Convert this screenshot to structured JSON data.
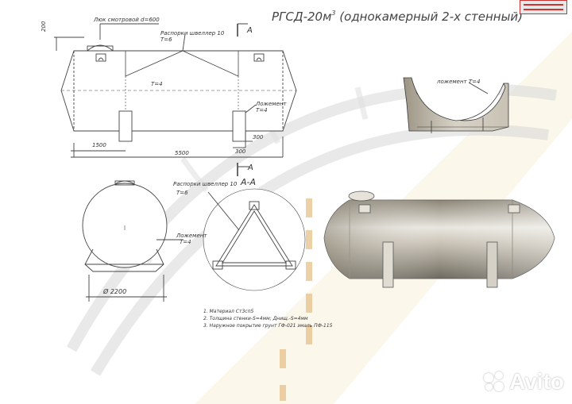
{
  "title": {
    "prefix": "РГСД-20м",
    "superscript": "3",
    "suffix": " (однокамерный 2-х стенный)"
  },
  "labels": {
    "manhole": "Люк смотровой d=600",
    "strut_top": "Распорки швеллер 10",
    "strut_thickness_top": "T=6",
    "wall_thickness": "T=4",
    "saddle_top": "Ложемент",
    "saddle_thickness_top": "T=4",
    "section_letter": "A",
    "section_title": "A-A",
    "strut_section": "Распорки швеллер 10",
    "strut_thickness_section": "T=6",
    "saddle_end": "Ложемент",
    "saddle_thickness_end": "T=4",
    "saddle_3d": "ложемент T=4"
  },
  "dimensions": {
    "d200": "200",
    "d1500": "1500",
    "d5500": "5500",
    "d300_v": "300",
    "d300_h": "300",
    "diameter": "Ø 2200"
  },
  "notes": [
    "1. Материал Ст3сп5",
    "2. Толщина стенки-S=4мм; Днищ.-S=4мм",
    "3. Наружное покрытие грунт ГФ-021 эмаль ПФ-115"
  ],
  "watermark": {
    "brand": "Avito"
  },
  "colors": {
    "line": "#444444",
    "background_band": "#f7f0d8",
    "tank_shade": "#8b8475",
    "tank_highlight": "#e9e6df"
  }
}
